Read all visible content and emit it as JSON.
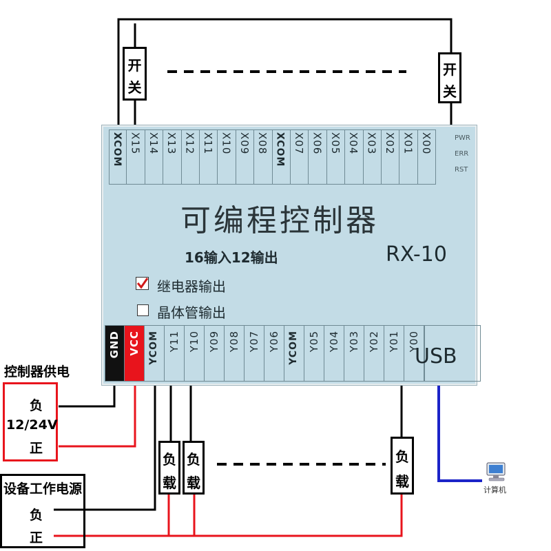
{
  "plc": {
    "title": "可编程控制器",
    "io": "16输入12输出",
    "model": "RX-10",
    "opt_relay": "继电器输出",
    "opt_transistor": "晶体管输出",
    "top_terminals": [
      "XCOM",
      "X15",
      "X14",
      "X13",
      "X12",
      "X11",
      "X10",
      "X09",
      "X08",
      "XCOM",
      "X07",
      "X06",
      "X05",
      "X04",
      "X03",
      "X02",
      "X01",
      "X00"
    ],
    "leds": [
      "PWR",
      "ERR",
      "RST"
    ],
    "bottom_terminals": [
      "GND",
      "VCC",
      "YCOM",
      "Y11",
      "Y10",
      "Y09",
      "Y08",
      "Y07",
      "Y06",
      "YCOM",
      "Y05",
      "Y04",
      "Y03",
      "Y02",
      "Y01",
      "Y00"
    ],
    "usb": "USB"
  },
  "switch_left": [
    "开",
    "关"
  ],
  "switch_right": [
    "开",
    "关"
  ],
  "power": {
    "heading": "控制器供电",
    "neg": "负",
    "voltage": "12/24V",
    "pos": "正"
  },
  "device_power": {
    "heading": "设备工作电源",
    "neg": "负",
    "pos": "正"
  },
  "loads": [
    [
      "负",
      "载"
    ],
    [
      "负",
      "载"
    ],
    [
      "负",
      "载"
    ]
  ],
  "computer": "计算机",
  "colors": {
    "red": "#e8141c",
    "blue": "#1b24c8",
    "black": "#000000",
    "panel": "#c3dce6",
    "checkmark": "#d11a1a"
  },
  "icons": [
    "computer-icon",
    "checkbox-checked-icon",
    "checkbox-empty-icon"
  ]
}
